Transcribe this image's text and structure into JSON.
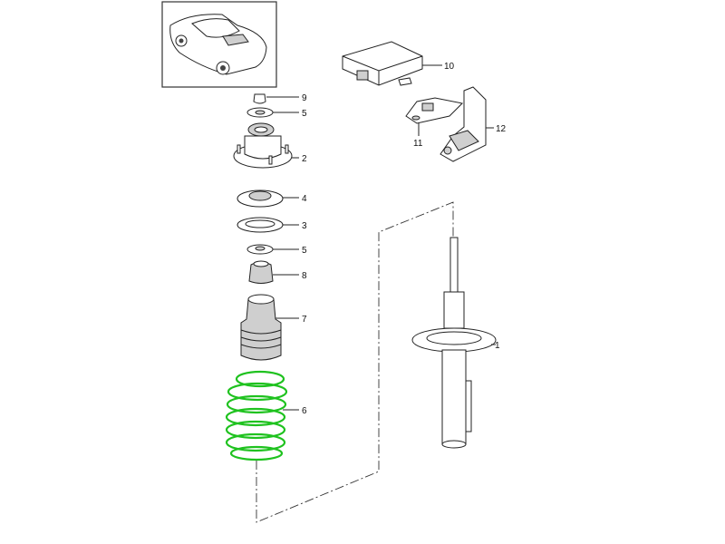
{
  "diagram": {
    "title": "Front suspension strut parts",
    "highlight_color": "#22c422",
    "callouts": [
      {
        "id": "9",
        "label": "9"
      },
      {
        "id": "5a",
        "label": "5"
      },
      {
        "id": "2",
        "label": "2"
      },
      {
        "id": "4",
        "label": "4"
      },
      {
        "id": "3",
        "label": "3"
      },
      {
        "id": "5b",
        "label": "5"
      },
      {
        "id": "8",
        "label": "8"
      },
      {
        "id": "7",
        "label": "7"
      },
      {
        "id": "6",
        "label": "6"
      },
      {
        "id": "1",
        "label": "1"
      },
      {
        "id": "10",
        "label": "10"
      },
      {
        "id": "11",
        "label": "11"
      },
      {
        "id": "12",
        "label": "12"
      }
    ]
  }
}
